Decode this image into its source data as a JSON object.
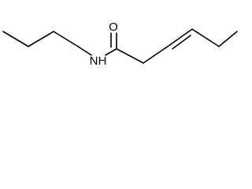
{
  "molecule": {
    "atoms": {
      "oxygen": "O",
      "amide_nitrogen": "N",
      "amide_hydrogen": "H"
    },
    "colors": {
      "bond": "#000000",
      "label": "#000000",
      "background": "#ffffff"
    }
  }
}
